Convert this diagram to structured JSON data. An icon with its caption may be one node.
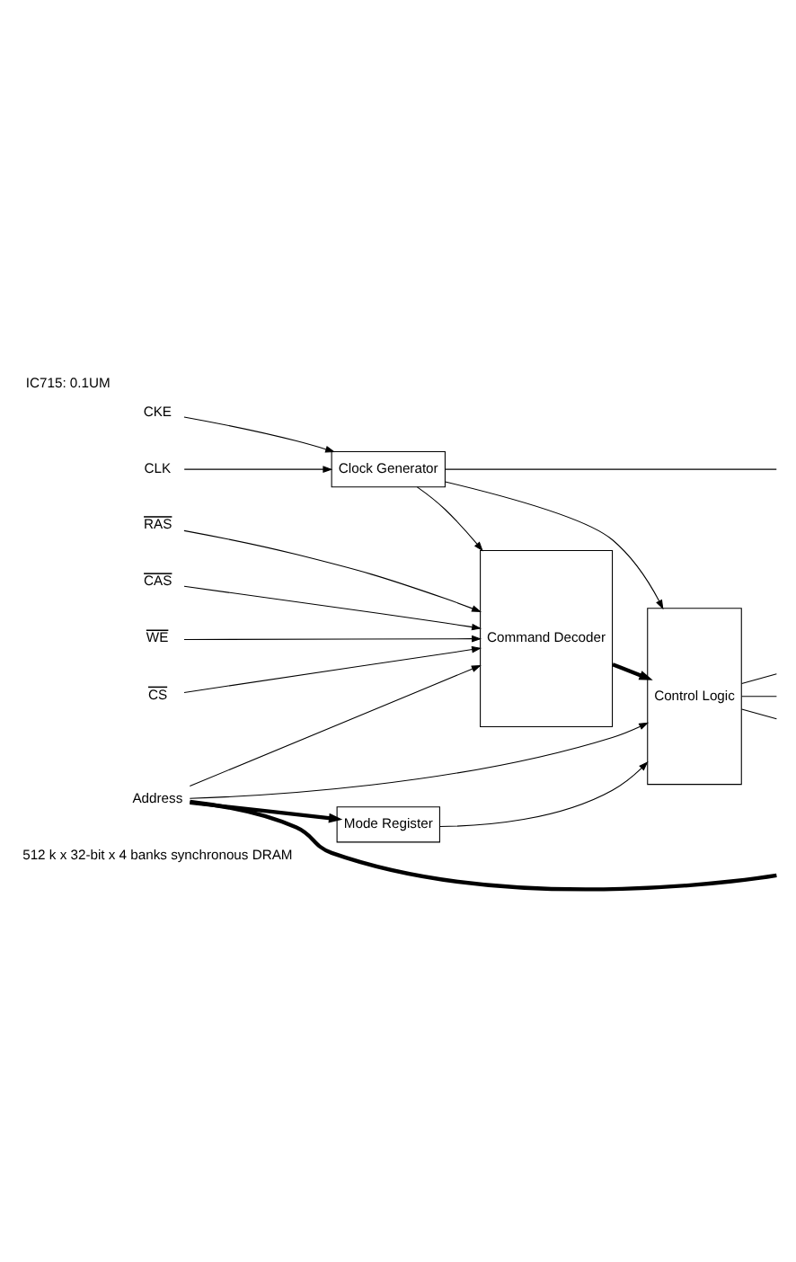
{
  "diagram": {
    "title": "IC715: 0.1UM",
    "nodes": [
      {
        "text": [
          "CLK"
        ]
      },
      {
        "text": [
          "CKE"
        ]
      },
      {
        "text": [
          "Clock Generator"
        ]
      },
      {
        "text": [
          "Address"
        ]
      },
      {
        "text": [
          "Mode Register"
        ]
      },
      {
        "text": [
          "CS"
        ]
      },
      {
        "text": [
          "RAS"
        ]
      },
      {
        "text": [
          "CAS"
        ]
      },
      {
        "text": [
          "WE"
        ]
      },
      {
        "text": [
          "Command Decoder"
        ]
      },
      {
        "text": [
          "Control Logic"
        ]
      }
    ],
    "edges": [
      {
        "from": 0,
        "to": 2,
        "arrow": "to"
      },
      {
        "from": 1,
        "to": 2,
        "arrow": "to"
      },
      {
        "from": 2,
        "to": null,
        "arrow": "none"
      },
      {
        "from": 2,
        "to": 9,
        "arrow": "to"
      },
      {
        "from": 2,
        "to": 10,
        "arrow": "to"
      },
      {
        "from": 3,
        "to": 9,
        "arrow": "to"
      },
      {
        "from": 3,
        "to": 4,
        "arrow": "to",
        "style": "thick"
      },
      {
        "from": 3,
        "to": null,
        "arrow": "none",
        "style": "thick"
      },
      {
        "from": 3,
        "to": 10,
        "arrow": "to"
      },
      {
        "from": 4,
        "to": 10,
        "arrow": "to"
      },
      {
        "from": 5,
        "to": 9,
        "arrow": "to"
      },
      {
        "from": 6,
        "to": 9,
        "arrow": "to"
      },
      {
        "from": 7,
        "to": 9,
        "arrow": "to"
      },
      {
        "from": 8,
        "to": 9,
        "arrow": "to"
      },
      {
        "from": 9,
        "to": 10,
        "arrow": "to",
        "style": "thick"
      },
      {
        "from": 10,
        "to": null,
        "arrow": "none"
      },
      {
        "from": 10,
        "to": null,
        "arrow": "none"
      },
      {
        "from": 10,
        "to": null,
        "arrow": "none"
      }
    ],
    "labels": [
      "512 k x 32-bit x 4 banks synchronous DRAM"
    ]
  }
}
